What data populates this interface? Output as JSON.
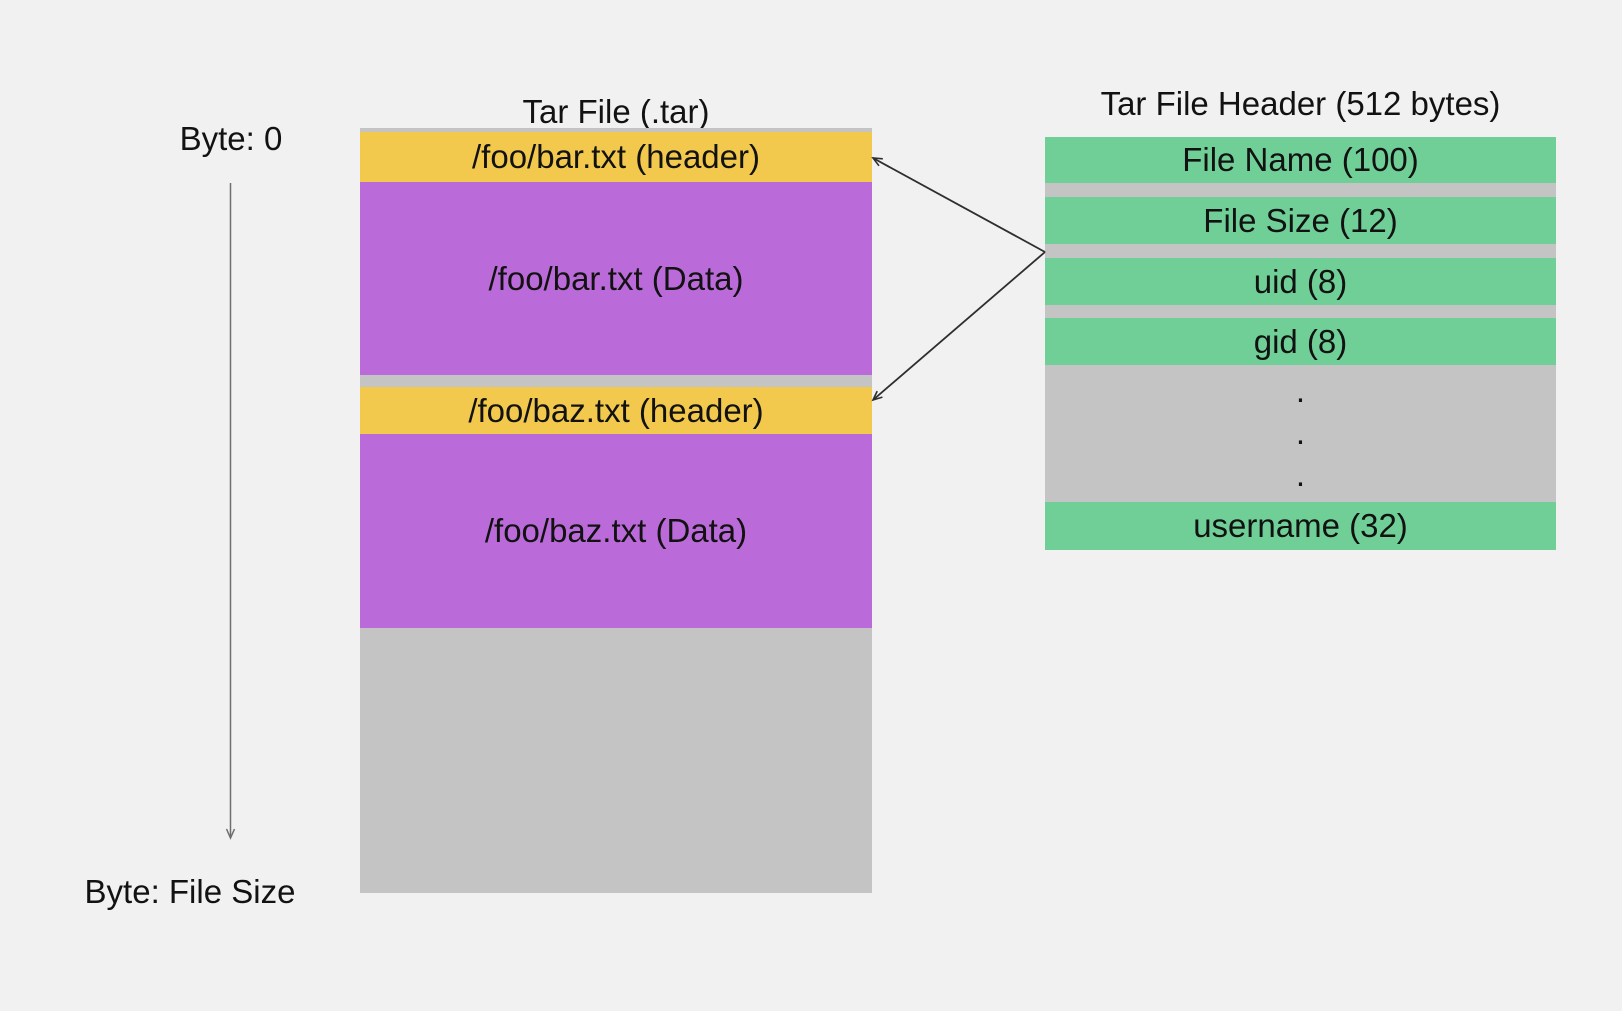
{
  "colors": {
    "bg": "#f1f1f2",
    "gray": "#c4c4c4",
    "yellow": "#f2c94c",
    "purple": "#bb6bd9",
    "green": "#6fcf97",
    "arrow-dark": "#2e2e2e",
    "arrow-gray": "#6e6e6e",
    "text": "#121212"
  },
  "byte_axis": {
    "start_label": "Byte: 0",
    "end_label": "Byte: File Size"
  },
  "tar_file": {
    "title": "Tar File (.tar)",
    "blocks": [
      {
        "label": "/foo/bar.txt (header)",
        "type": "header"
      },
      {
        "label": "/foo/bar.txt (Data)",
        "type": "data"
      },
      {
        "label": "/foo/baz.txt (header)",
        "type": "header"
      },
      {
        "label": "/foo/baz.txt (Data)",
        "type": "data"
      }
    ]
  },
  "tar_header": {
    "title": "Tar File Header (512 bytes)",
    "fields": [
      {
        "label": "File Name (100)"
      },
      {
        "label": "File Size (12)"
      },
      {
        "label": "uid (8)"
      },
      {
        "label": "gid (8)"
      },
      {
        "label": "username (32)"
      }
    ],
    "ellipsis": [
      ".",
      ".",
      "."
    ]
  }
}
